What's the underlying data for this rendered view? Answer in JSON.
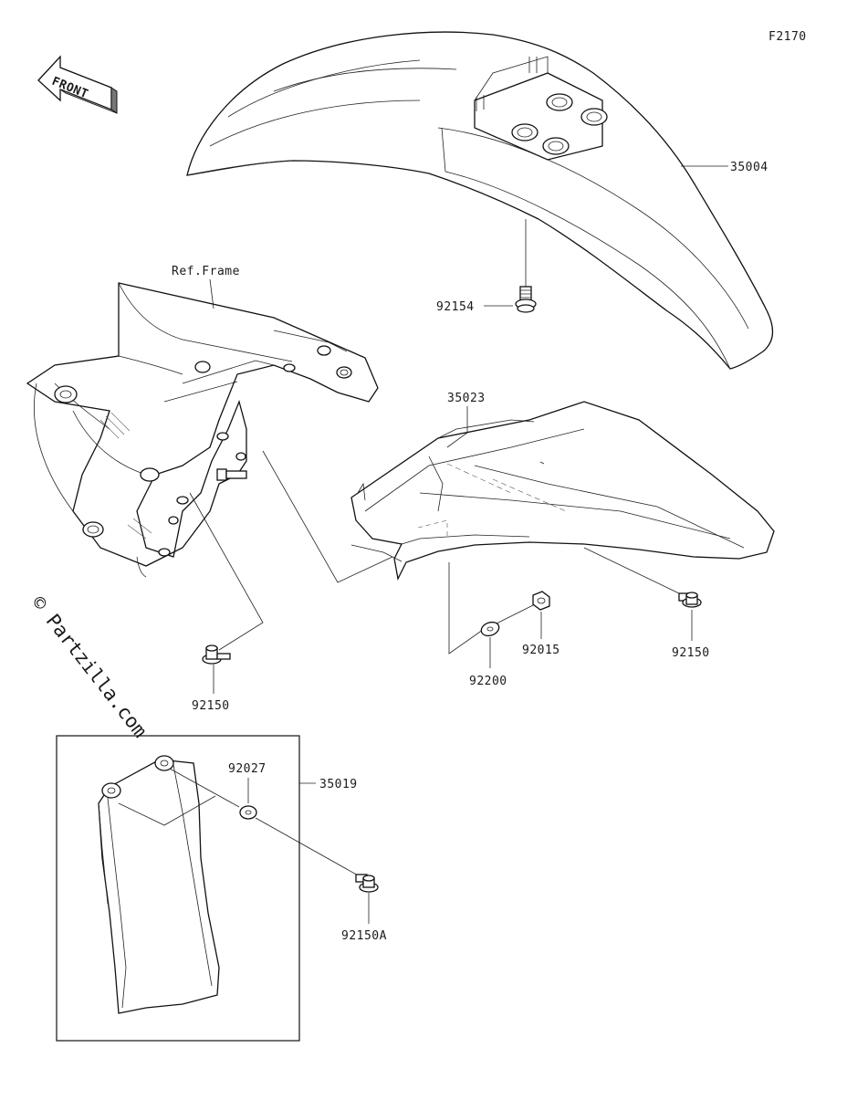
{
  "diagram_code": "F2170",
  "front_arrow_label": "FRONT",
  "ref_label": "Ref.Frame",
  "watermark": "© Partzilla.com",
  "parts": {
    "p35004": "35004",
    "p92154": "92154",
    "p35023": "35023",
    "p92015": "92015",
    "p92150_right": "92150",
    "p92200": "92200",
    "p92150_left": "92150",
    "p92027": "92027",
    "p35019": "35019",
    "p92150A": "92150A"
  }
}
